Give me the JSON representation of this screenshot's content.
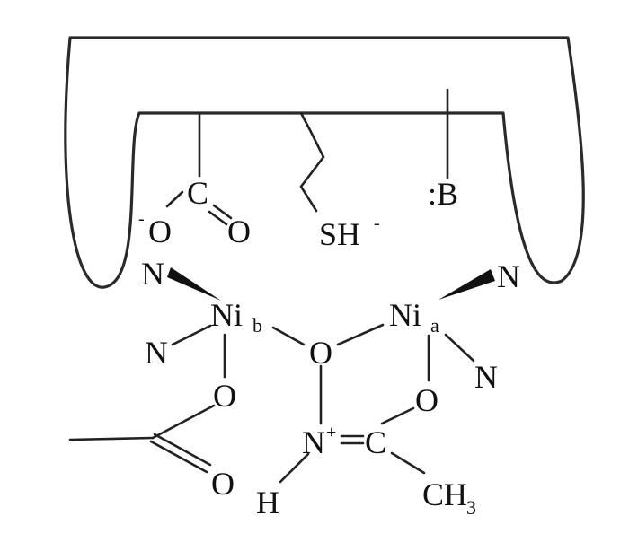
{
  "atoms": {
    "c_carboxyl": "C",
    "o_carboxyl_left": "O",
    "o_carboxyl_left_charge": "-",
    "o_carboxyl_right": "O",
    "thiolate": "SH",
    "thiolate_charge": "-",
    "base": ":B",
    "n_wedge_left": "N",
    "n_left": "N",
    "ni_b": "Ni",
    "ni_b_sub": "b",
    "ni_a": "Ni",
    "ni_a_sub": "a",
    "n_wedge_right": "N",
    "n_right": "N",
    "o_bridge": "O",
    "o_acetate": "O",
    "o_acetate_carbonyl": "O",
    "n_plus": "N",
    "n_plus_charge": "+",
    "c_hydroxamate": "C",
    "o_hydroxamate": "O",
    "h": "H",
    "methyl": "CH",
    "methyl_sub": "3"
  }
}
